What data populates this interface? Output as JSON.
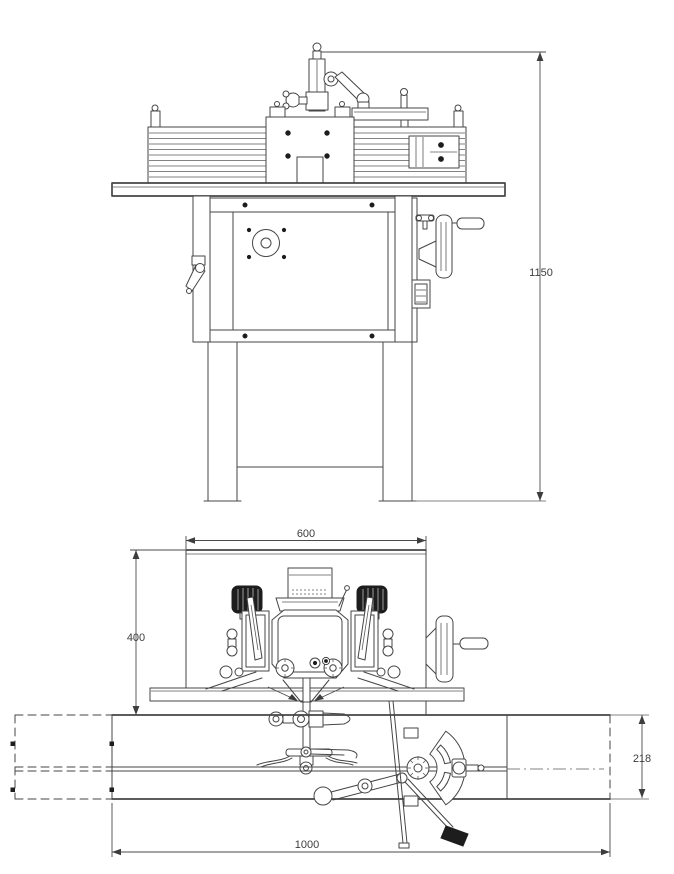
{
  "drawing": {
    "colors": {
      "line": "#454545",
      "dark_fill": "#1d1d1d",
      "background": "#ffffff"
    },
    "dimensions": {
      "overall_height": "1150",
      "plan_width": "600",
      "plan_depth": "400",
      "beam_length": "1000",
      "beam_depth": "218"
    }
  }
}
